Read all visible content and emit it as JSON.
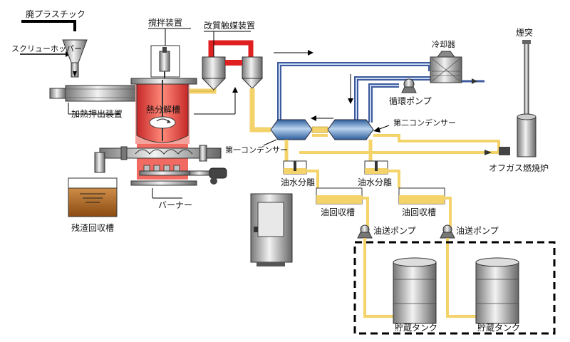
{
  "labels": {
    "waste_plastic": "廃プラスチック",
    "screw_hopper": "スクリューホッパー",
    "heating_extruder": "加熱押出装置",
    "stirrer": "撹拌装置",
    "reforming_catalyst": "改質触媒装置",
    "pyrolysis_tank": "熱分解槽",
    "residue_tank": "残渣回収槽",
    "burner": "バーナー",
    "first_condenser": "第一コンデンサー",
    "second_condenser": "第二コンデンサー",
    "cooler": "冷却器",
    "circulation_pump": "循環ポンプ",
    "chimney": "煙突",
    "offgas_burner": "オフガス燃焼炉",
    "oil_water_sep_1": "油水分離",
    "oil_water_sep_2": "油水分離",
    "oil_tank_1": "油回収槽",
    "oil_tank_2": "油回収槽",
    "oil_pump_1": "油送ポンプ",
    "oil_pump_2": "油送ポンプ",
    "storage_tank_1": "貯蔵タンク",
    "storage_tank_2": "貯蔵タンク"
  },
  "colors": {
    "reactor_red": "#e8453c",
    "pipe_blue": "#3d5a9e",
    "pipe_yellow": "#f3d36a",
    "pipe_red": "#e02020",
    "gray": "#b8b8b8",
    "residue": "#b5651d"
  }
}
